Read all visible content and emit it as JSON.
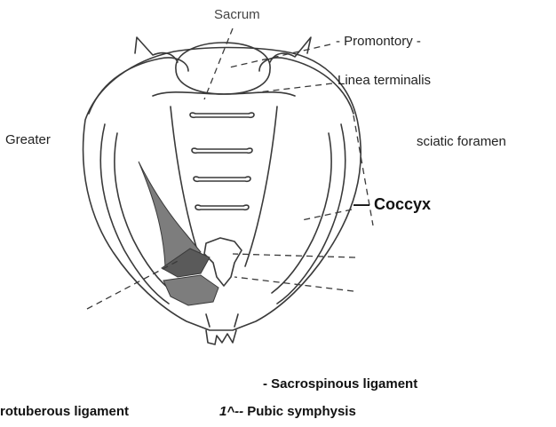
{
  "diagram": {
    "labels": {
      "sacrum": "Sacrum",
      "promontory": "- Promontory -",
      "linea_terminalis": "Linea terminalis",
      "greater": "Greater",
      "sciatic_foramen": "sciatic foramen",
      "coccyx": "— Coccyx",
      "sacrospinous": "- Sacrospinous ligament",
      "sacrotuberous": "rotuberous ligament",
      "pubic_prefix": "1^--",
      "pubic": "Pubic symphysis"
    },
    "colors": {
      "line": "#3a3a3a",
      "ligament_fill": "#7d7d7d",
      "ligament_dark": "#5a5a5a"
    }
  }
}
